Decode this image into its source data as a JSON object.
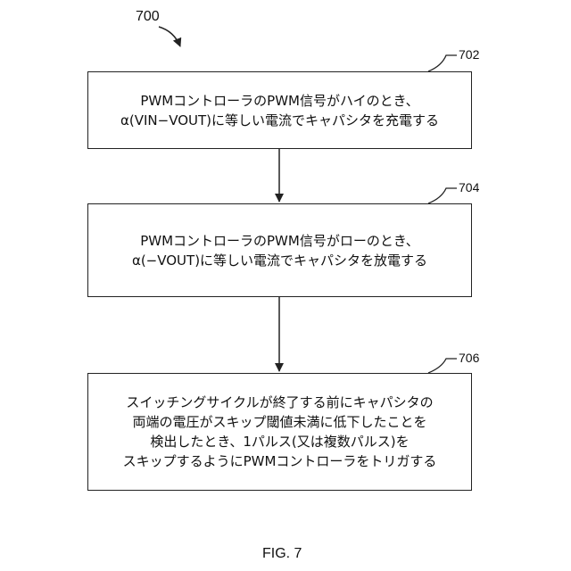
{
  "figure": {
    "number": "700",
    "caption": "FIG. 7"
  },
  "steps": [
    {
      "ref": "702",
      "lines": [
        "PWMコントローラのPWM信号がハイのとき、",
        "α(VIN−VOUT)に等しい電流でキャパシタを充電する"
      ]
    },
    {
      "ref": "704",
      "lines": [
        "PWMコントローラのPWM信号がローのとき、",
        "α(−VOUT)に等しい電流でキャパシタを放電する"
      ]
    },
    {
      "ref": "706",
      "lines": [
        "スイッチングサイクルが終了する前にキャパシタの",
        "両端の電圧がスキップ閾値未満に低下したことを",
        "検出したとき、1パルス(又は複数パルス)を",
        "スキップするようにPWMコントローラをトリガする"
      ]
    }
  ],
  "colors": {
    "stroke": "#222222",
    "background": "#ffffff"
  }
}
